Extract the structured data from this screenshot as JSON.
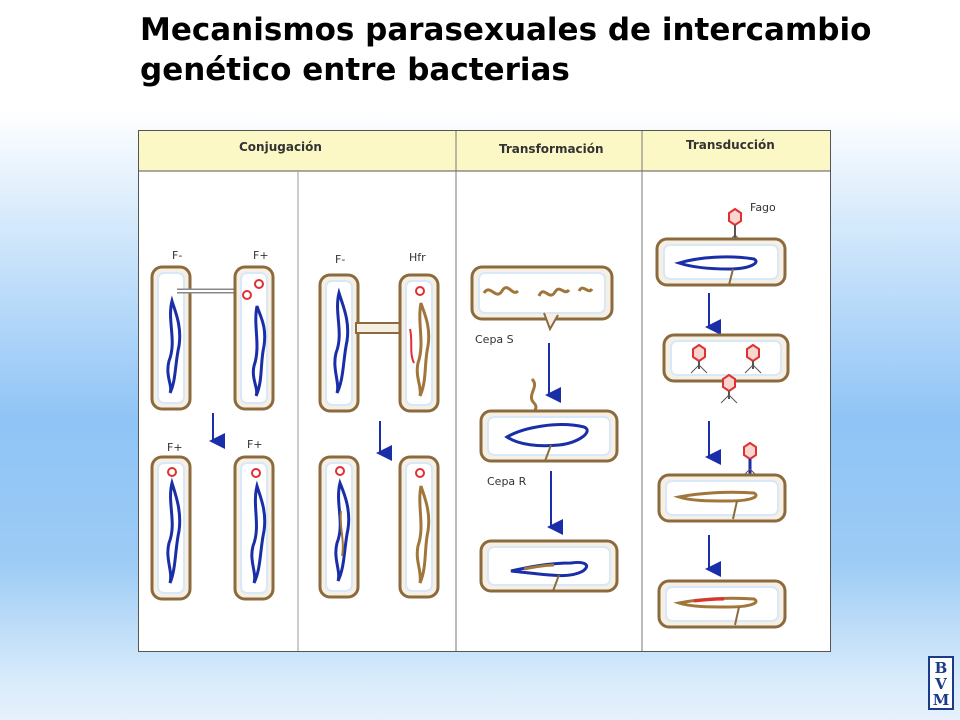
{
  "title": {
    "line1": "Mecanismos parasexuales de intercambio",
    "line2": "genético entre bacterias"
  },
  "diagram": {
    "headers": {
      "conjugacion": "Conjugación",
      "transformacion": "Transformación",
      "transduccion": "Transducción"
    },
    "labels": {
      "f_minus_1": "F-",
      "f_plus_1": "F+",
      "f_plus_2": "F+",
      "f_plus_3": "F+",
      "f_minus_2": "F-",
      "hfr": "Hfr",
      "cepa_s": "Cepa S",
      "cepa_r": "Cepa R",
      "fago": "Fago"
    },
    "colors": {
      "header_bg": "#fbf8c6",
      "cell_outline": "#8b6b3d",
      "chromosome_blue": "#1a2ea8",
      "dna_brown": "#a0763a",
      "plasmid_red": "#e03030",
      "arrow_blue": "#1a2ea8"
    }
  },
  "logo": {
    "letters": [
      "B",
      "V",
      "M"
    ]
  }
}
